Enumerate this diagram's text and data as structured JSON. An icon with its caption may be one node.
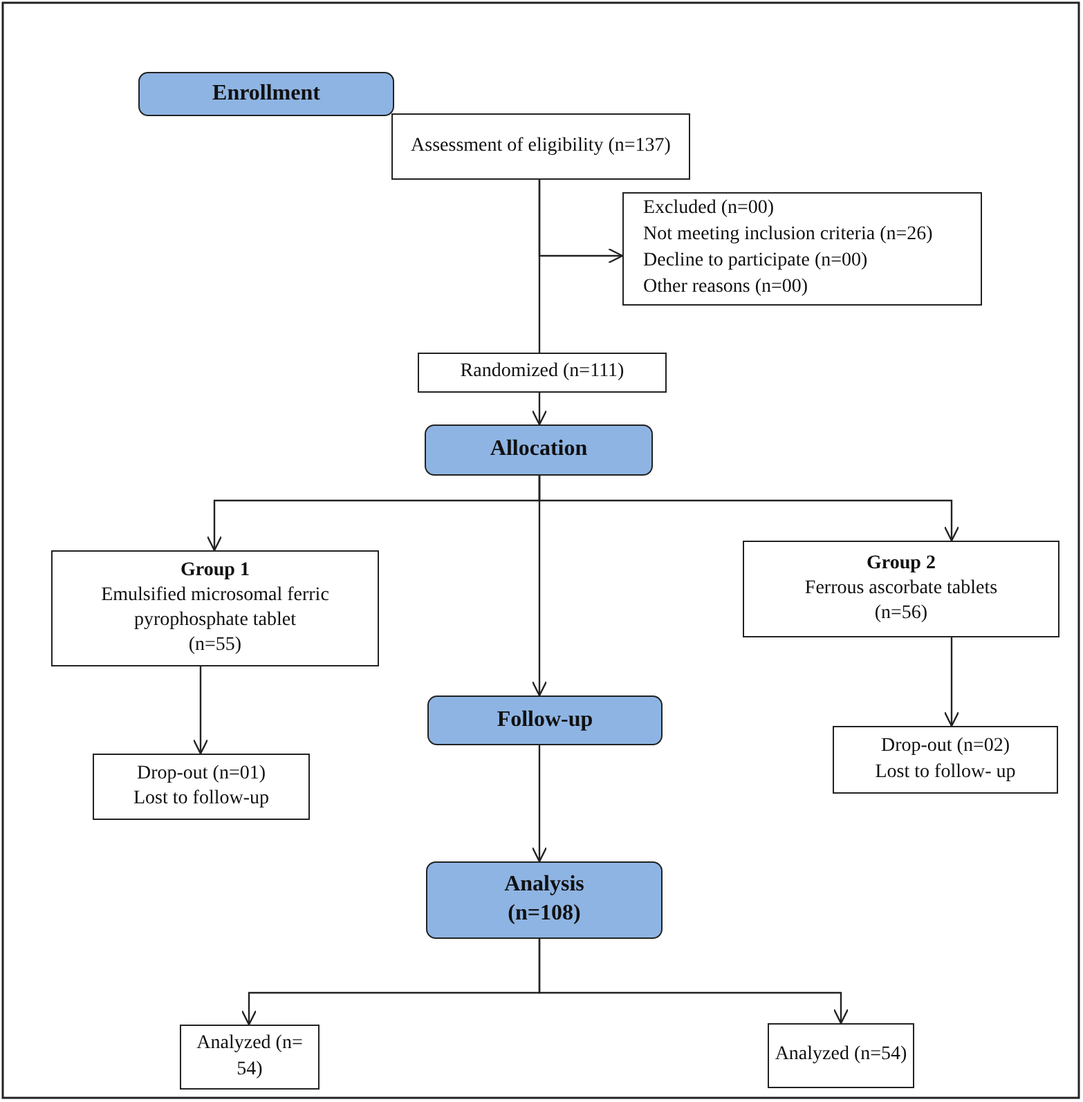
{
  "diagram": {
    "nodes": [
      {
        "text": [
          "Enrollment"
        ]
      },
      {
        "text": [
          "Assessment of eligibility (n=137)"
        ]
      },
      {
        "text": [
          "Excluded (n=00)",
          "Not meeting inclusion criteria (n=26)",
          "Decline to participate (n=00)",
          "Other reasons (n=00)"
        ]
      },
      {
        "text": [
          "Randomized (n=111)"
        ]
      },
      {
        "text": [
          "Allocation"
        ]
      },
      {
        "text": [
          "Group 1",
          "Emulsified microsomal ferric pyrophosphate tablet",
          "(n=55)"
        ]
      },
      {
        "text": [
          "Group 2",
          "Ferrous ascorbate tablets",
          "(n=56)"
        ]
      },
      {
        "text": [
          "Follow-up"
        ]
      },
      {
        "text": [
          "Drop-out (n=01)",
          "Lost to follow-up"
        ]
      },
      {
        "text": [
          "Drop-out (n=02)",
          "Lost to follow- up"
        ]
      },
      {
        "text": [
          "Analysis",
          "(n=108)"
        ]
      },
      {
        "text": [
          "Analyzed (n= 54)"
        ]
      },
      {
        "text": [
          "Analyzed (n=54)"
        ]
      }
    ],
    "edges": [
      {
        "from": 1,
        "to": 3,
        "arrow": "none"
      },
      {
        "from": 1,
        "to": 2,
        "arrow": "to"
      },
      {
        "from": 3,
        "to": 4,
        "arrow": "to"
      },
      {
        "from": 4,
        "to": 5,
        "arrow": "to"
      },
      {
        "from": 4,
        "to": 6,
        "arrow": "to"
      },
      {
        "from": 4,
        "to": 7,
        "arrow": "to"
      },
      {
        "from": 5,
        "to": 8,
        "arrow": "to"
      },
      {
        "from": 6,
        "to": 9,
        "arrow": "to"
      },
      {
        "from": 7,
        "to": 10,
        "arrow": "to"
      },
      {
        "from": 10,
        "to": 11,
        "arrow": "to"
      },
      {
        "from": 10,
        "to": 12,
        "arrow": "to"
      }
    ]
  }
}
